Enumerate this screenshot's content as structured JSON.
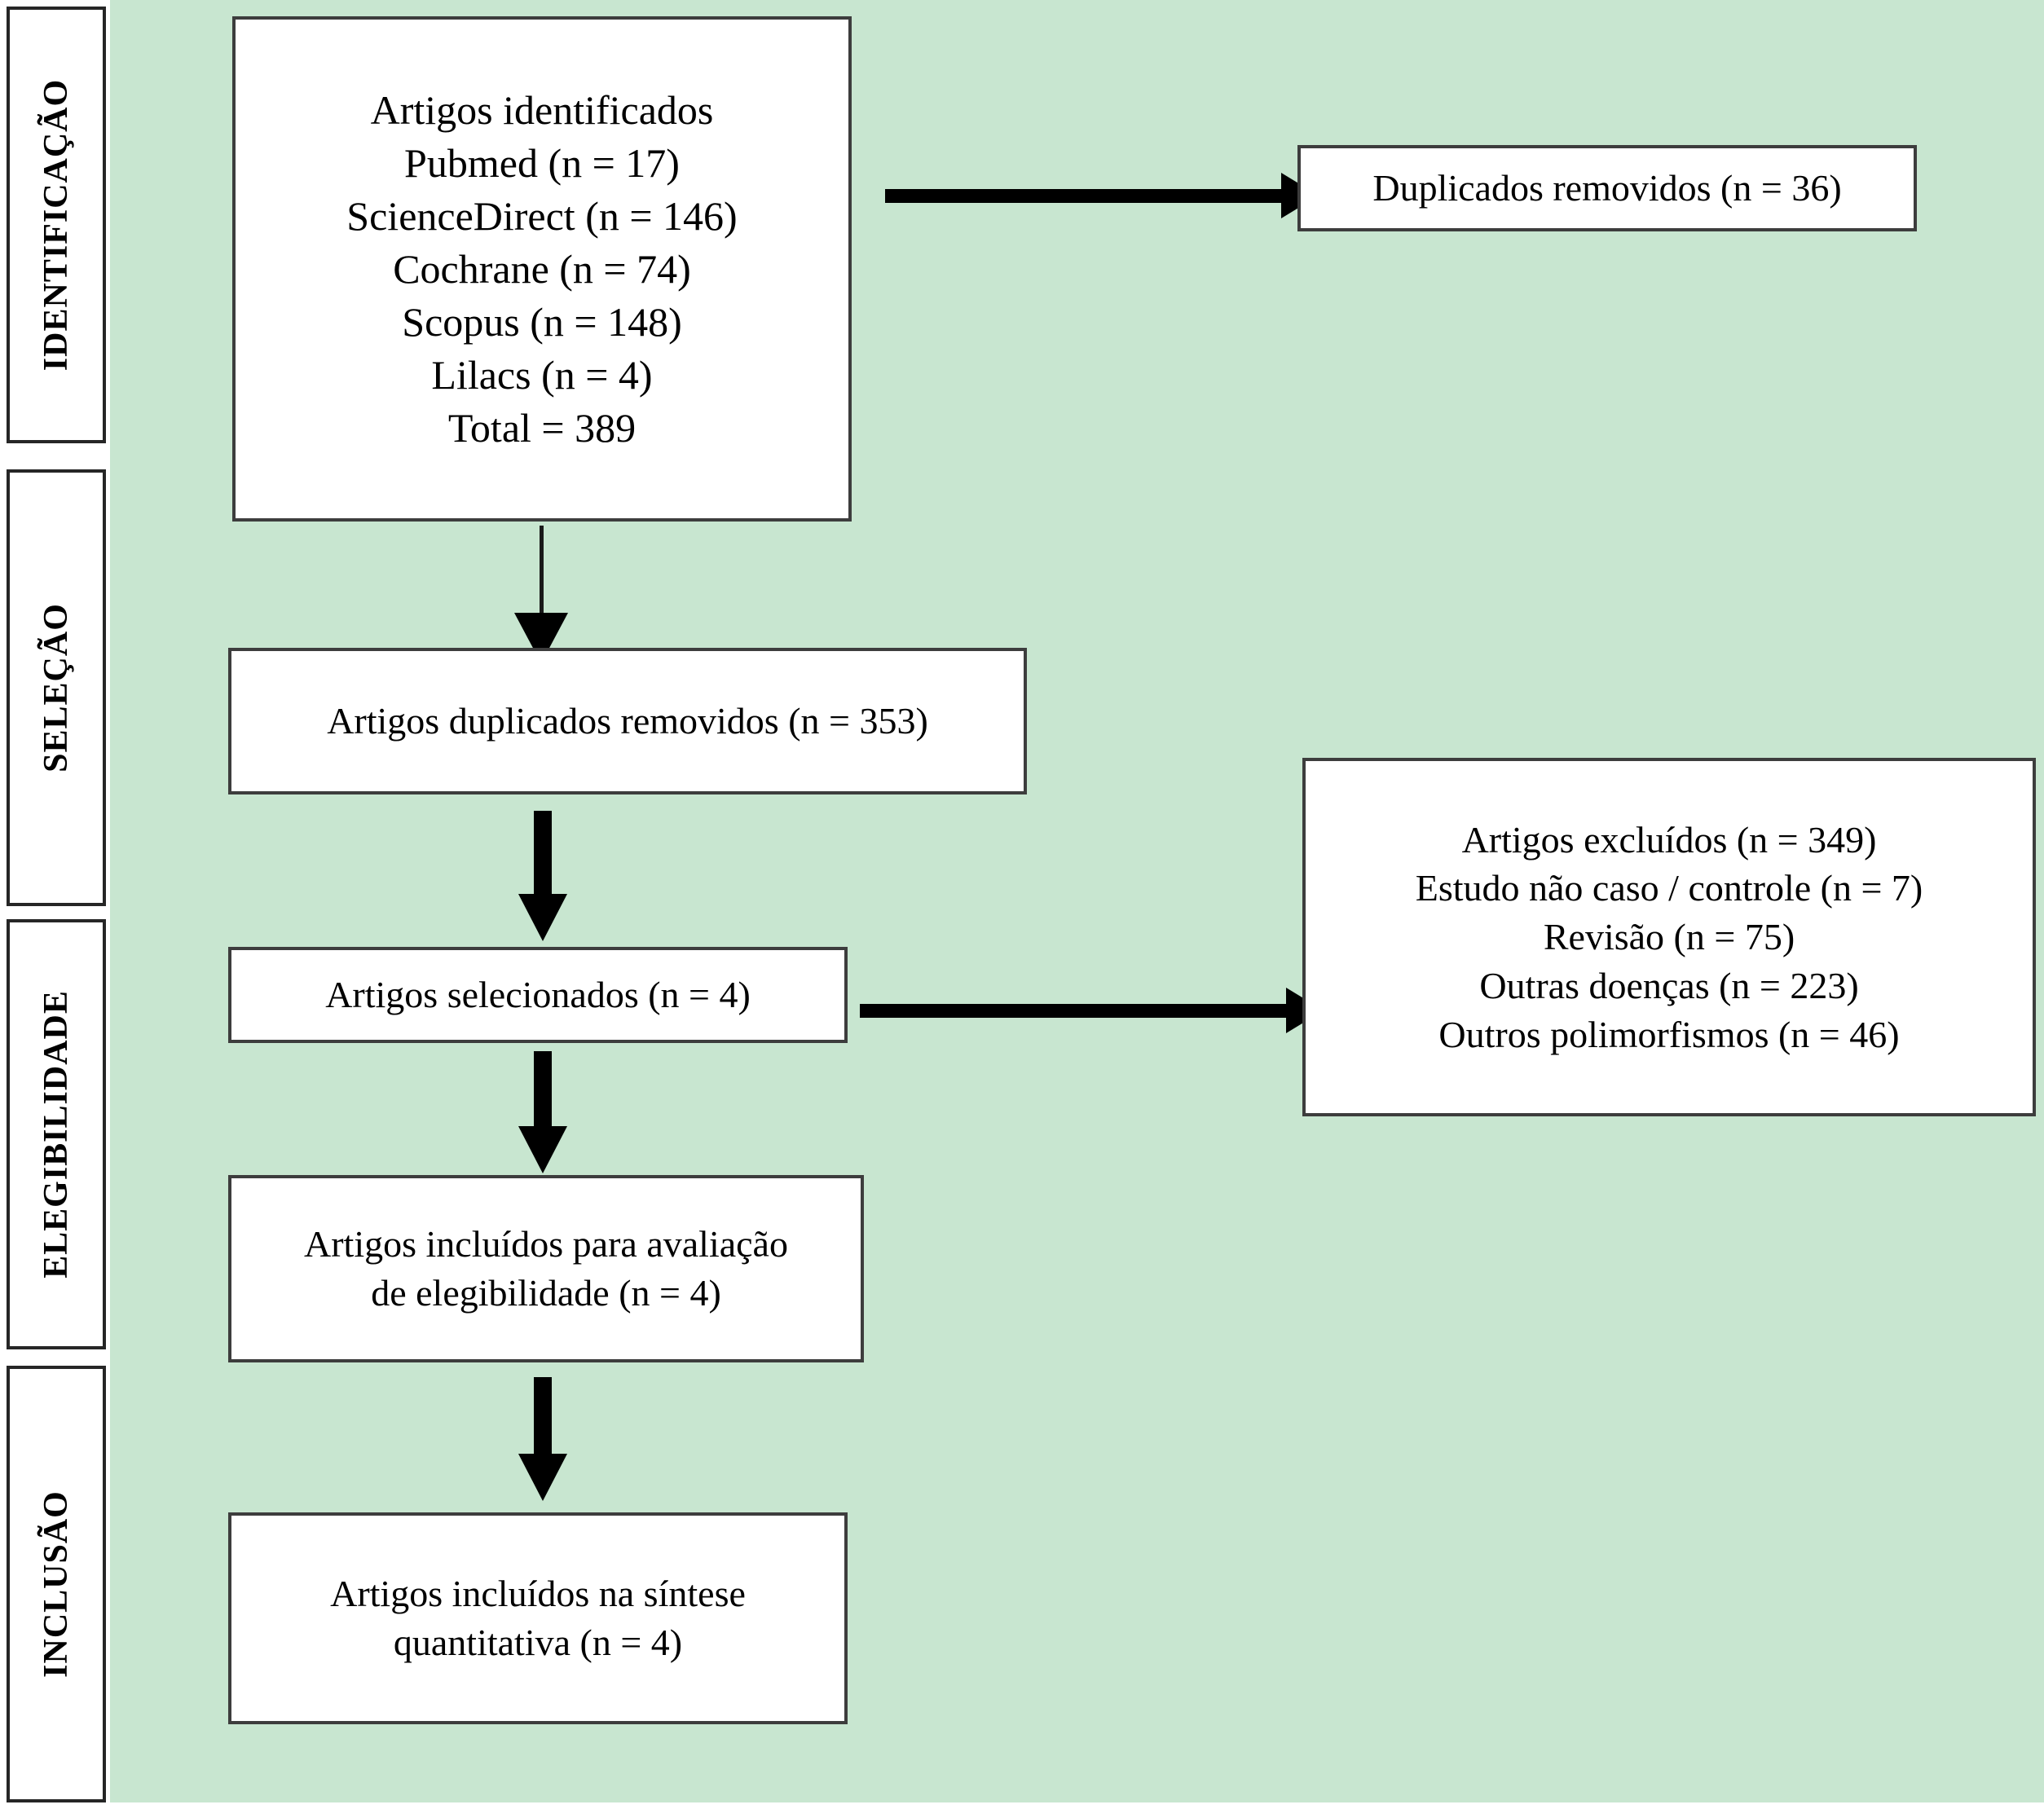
{
  "figure": {
    "type": "prisma-flow-diagram",
    "language": "pt-BR",
    "background_color": "#c8e6d0",
    "box_fill": "#ffffff",
    "box_border": "#3d3d3d",
    "arrow_color": "#000000"
  },
  "stages": [
    {
      "label": "IDENTIFICAÇÃO"
    },
    {
      "label": "SELEÇÃO"
    },
    {
      "label": "ELEGIBILIDADE"
    },
    {
      "label": "INCLUSÃO"
    }
  ],
  "boxes": {
    "identified": {
      "lines": [
        "Artigos identificados",
        "Pubmed (n = 17)",
        "ScienceDirect (n = 146)",
        "Cochrane (n = 74)",
        "Scopus (n = 148)",
        "Lilacs (n = 4)",
        "Total = 389"
      ]
    },
    "duplicates_removed_side": {
      "lines": [
        "Duplicados removidos (n = 36)"
      ]
    },
    "after_duplicates": {
      "lines": [
        "Artigos duplicados removidos (n = 353)"
      ]
    },
    "selected": {
      "lines": [
        "Artigos selecionados (n = 4)"
      ]
    },
    "excluded": {
      "lines": [
        "Artigos excluídos (n = 349)",
        "Estudo não caso / controle (n = 7)",
        "Revisão (n = 75)",
        "Outras doenças (n = 223)",
        "Outros polimorfismos (n = 46)"
      ]
    },
    "eligibility": {
      "lines": [
        "Artigos incluídos para avaliação",
        "de elegibilidade (n = 4)"
      ]
    },
    "quantitative": {
      "lines": [
        "Artigos incluídos na síntese",
        "quantitativa (n = 4)"
      ]
    }
  },
  "counts": {
    "pubmed": 17,
    "sciencedirect": 146,
    "cochrane": 74,
    "scopus": 148,
    "lilacs": 4,
    "total_identified": 389,
    "duplicates_removed": 36,
    "after_duplicates_removed": 353,
    "selected": 4,
    "excluded_total": 349,
    "excluded_not_case_control": 7,
    "excluded_review": 75,
    "excluded_other_diseases": 223,
    "excluded_other_polymorphisms": 46,
    "eligibility_assessed": 4,
    "included_quantitative": 4
  }
}
